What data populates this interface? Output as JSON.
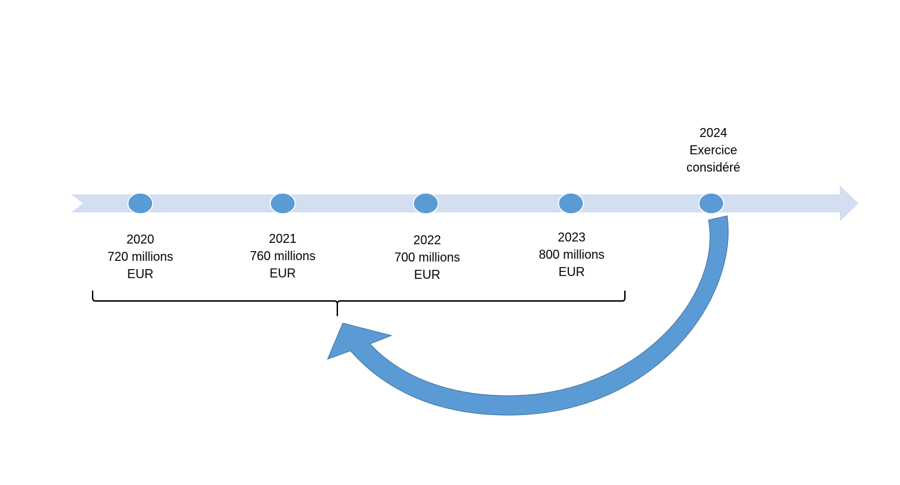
{
  "colors": {
    "band": "#d3dff0",
    "node": "#5b9bd5",
    "arrow": "#5b9bd5",
    "arrow_stroke": "#41719c"
  },
  "milestones": [
    {
      "year": "2020",
      "amount": "720 millions",
      "unit": "EUR"
    },
    {
      "year": "2021",
      "amount": "760 millions",
      "unit": "EUR"
    },
    {
      "year": "2022",
      "amount": "700 millions",
      "unit": "EUR"
    },
    {
      "year": "2023",
      "amount": "800 millions",
      "unit": "EUR"
    }
  ],
  "current": {
    "year": "2024",
    "line2": "Exercice",
    "line3": "considéré"
  }
}
